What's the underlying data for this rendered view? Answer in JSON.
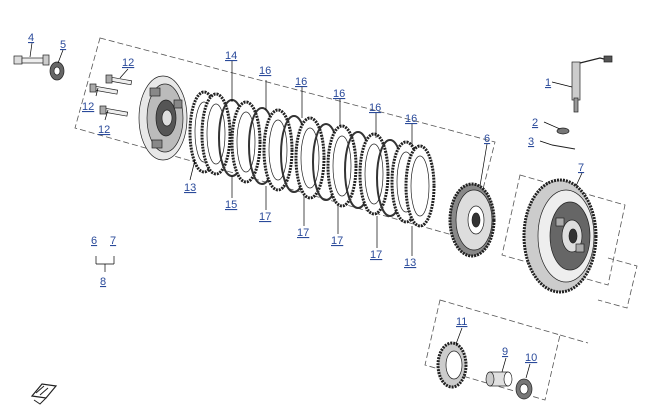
{
  "diagram": {
    "callouts": {
      "c1": "1",
      "c2": "2",
      "c3": "3",
      "c4": "4",
      "c5": "5",
      "c6a": "6",
      "c6b": "6",
      "c7a": "7",
      "c7b": "7",
      "c8": "8",
      "c9": "9",
      "c10": "10",
      "c11": "11",
      "c12a": "12",
      "c12b": "12",
      "c12c": "12",
      "c13a": "13",
      "c13b": "13",
      "c14": "14",
      "c15": "15",
      "c16a": "16",
      "c16b": "16",
      "c16c": "16",
      "c16d": "16",
      "c16e": "16",
      "c17a": "17",
      "c17b": "17",
      "c17c": "17",
      "c17d": "17"
    },
    "colors": {
      "callout_text": "#2a4a9a",
      "outline": "#222222",
      "dashed_frame": "#555555"
    },
    "icons": {
      "nav_logo": "arrow-logo-icon"
    }
  }
}
